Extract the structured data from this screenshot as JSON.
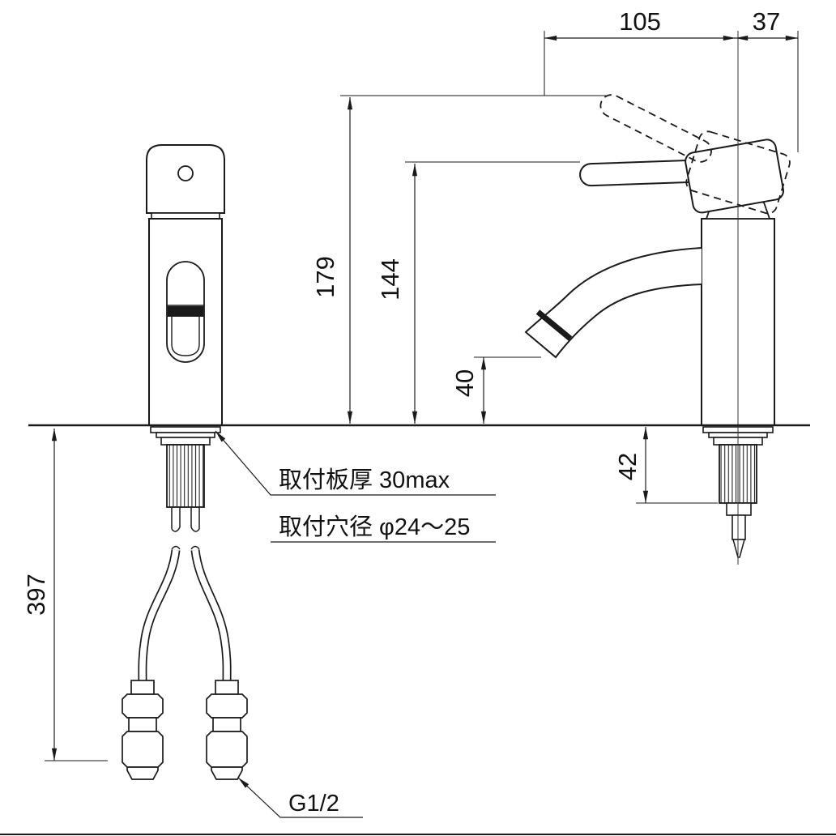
{
  "meta": {
    "background_color": "#ffffff",
    "line_color": "#1a1a1a",
    "drawing_type": "faucet-dimension-diagram"
  },
  "dimensions": {
    "spout_reach": "105",
    "handle_width": "37",
    "lever_top_height": "179",
    "spout_top_height": "144",
    "outlet_height": "40",
    "under_counter_depth": "42",
    "hose_length": "397"
  },
  "notes": {
    "mount_plate_thickness": "取付板厚 30max",
    "mount_hole_diameter": "取付穴径 φ24〜25",
    "connection_thread": "G1/2"
  }
}
